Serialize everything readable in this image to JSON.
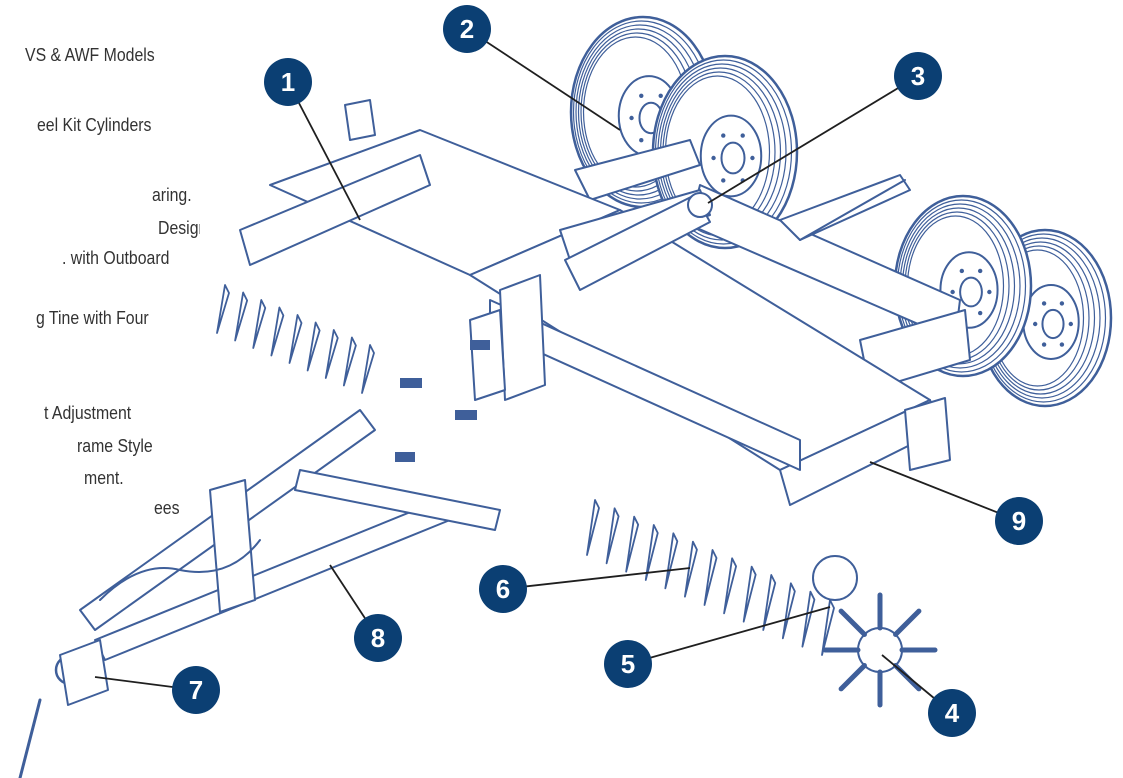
{
  "colors": {
    "callout_fill": "#0b3f73",
    "callout_text": "#ffffff",
    "line_art": "#3f5f9a",
    "leader_line": "#1f1f1f",
    "text": "#333333"
  },
  "feature_list": [
    "VS & AWF Models",
    "eel Kit  Cylinders",
    "aring.",
    "Design.",
    ". with Outboard",
    "g Tine with Four",
    "t Adjustment",
    "rame Style",
    "ment.",
    "ees"
  ],
  "callouts": [
    {
      "label": "1"
    },
    {
      "label": "2"
    },
    {
      "label": "3"
    },
    {
      "label": "4"
    },
    {
      "label": "5"
    },
    {
      "label": "6"
    },
    {
      "label": "7"
    },
    {
      "label": "8"
    },
    {
      "label": "9"
    }
  ],
  "icons": {
    "illustration": "aerator-machine-line-drawing",
    "tire": "tire-icon",
    "tine_wheel": "tine-wheel-icon",
    "hitch": "hitch-icon"
  }
}
